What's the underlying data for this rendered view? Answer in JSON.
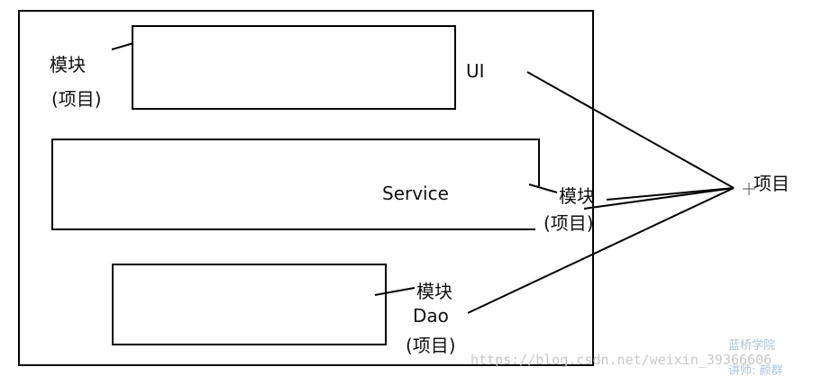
{
  "labels": {
    "ui_module_line1": "模块",
    "ui_module_line2": "(项目)",
    "ui": "UI",
    "service": "Service",
    "service_module_line1": "模块",
    "service_module_line2": "(项目)",
    "dao_module_line1": "模块",
    "dao": "Dao",
    "dao_module_line2": "(项目)",
    "project": "项目"
  },
  "watermark": {
    "url": "https://blog.csdn.net/weixin_39366606",
    "brand_line1": "蓝桥学院",
    "brand_line2": "讲师: 颜群"
  },
  "colors": {
    "stroke": "#000000",
    "text": "#111111",
    "watermark_url": "#c8c8c8",
    "watermark_brand": "#a9c4e2"
  }
}
